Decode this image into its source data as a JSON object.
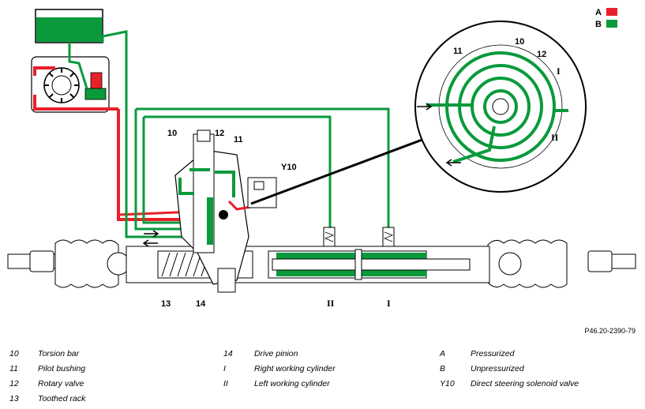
{
  "legend_top": [
    {
      "key": "A",
      "color": "#e8202a"
    },
    {
      "key": "B",
      "color": "#0a9a3c"
    }
  ],
  "labels": {
    "l10": "10",
    "l11": "11",
    "l12": "12",
    "lY10": "Y10",
    "l13": "13",
    "l14": "14",
    "lII": "II",
    "lI": "I",
    "zoom_10": "10",
    "zoom_11": "11",
    "zoom_12": "12",
    "zoom_I": "I",
    "zoom_II": "II"
  },
  "reference_code": "P46.20-2390-79",
  "key": [
    [
      {
        "num": "10",
        "text": "Torsion bar"
      },
      {
        "num": "14",
        "text": "Drive pinion"
      },
      {
        "num": "A",
        "text": "Pressurized"
      }
    ],
    [
      {
        "num": "11",
        "text": "Pilot bushing"
      },
      {
        "num": "I",
        "text": "Right working cylinder"
      },
      {
        "num": "B",
        "text": "Unpressurized"
      }
    ],
    [
      {
        "num": "12",
        "text": "Rotary valve"
      },
      {
        "num": "II",
        "text": "Left working cylinder"
      },
      {
        "num": "Y10",
        "text": "Direct steering solenoid valve"
      }
    ],
    [
      {
        "num": "13",
        "text": "Toothed rack"
      }
    ]
  ],
  "colors": {
    "pressurized": "#e8202a",
    "unpressurized": "#0a9a3c",
    "line": "#000000"
  }
}
